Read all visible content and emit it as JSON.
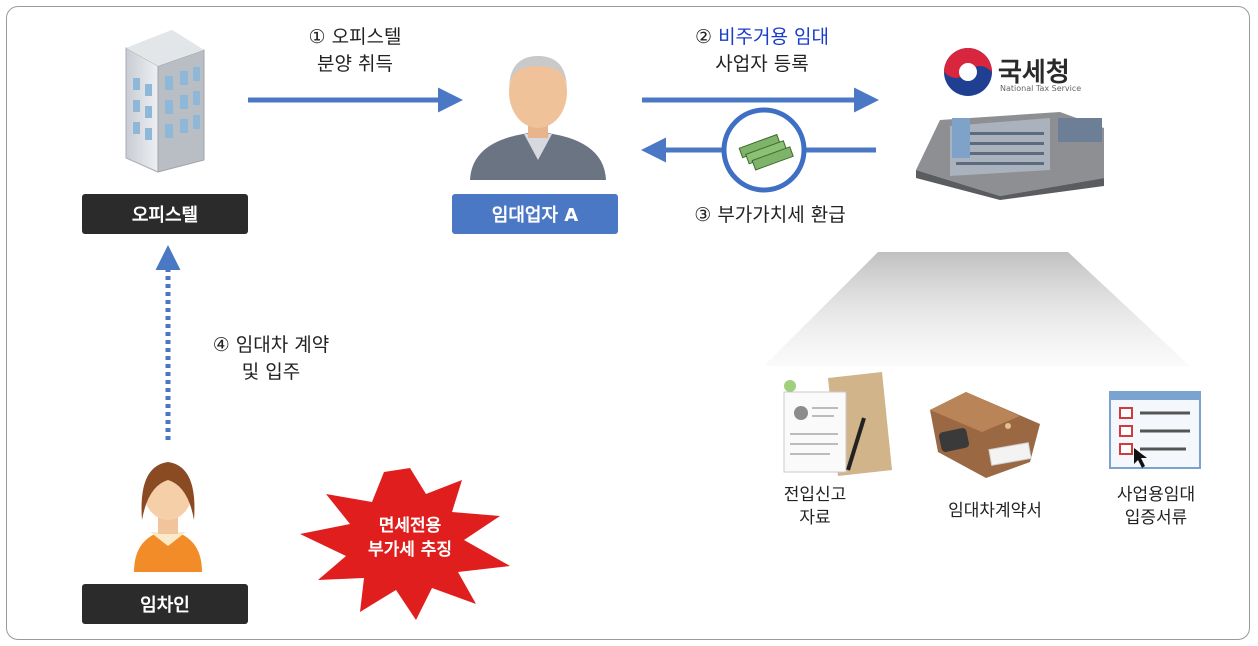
{
  "nodes": {
    "officetel": "오피스텔",
    "landlord": "임대업자 A",
    "tenant": "임차인",
    "nts_logo_text": "국세청",
    "nts_logo_subtext": "National Tax Service"
  },
  "steps": {
    "step1_num": "①",
    "step1_line1": "오피스텔",
    "step1_line2": "분양 취득",
    "step2_num": "②",
    "step2_highlight": "비주거용 임대",
    "step2_line2": "사업자 등록",
    "step3": "③ 부가가치세 환급",
    "step4_line1": "④ 임대차 계약",
    "step4_line2": "및 입주"
  },
  "burst": {
    "line1": "면세전용",
    "line2": "부가세 추징"
  },
  "documents": {
    "doc1_line1": "전입신고",
    "doc1_line2": "자료",
    "doc2": "임대차계약서",
    "doc3_line1": "사업용임대",
    "doc3_line2": "입증서류"
  },
  "colors": {
    "arrow": "#4a78c4",
    "highlight_text": "#1a3ccc",
    "burst": "#e01e1e",
    "dark_label": "#2b2b2b",
    "blue_label": "#4a78c4"
  }
}
